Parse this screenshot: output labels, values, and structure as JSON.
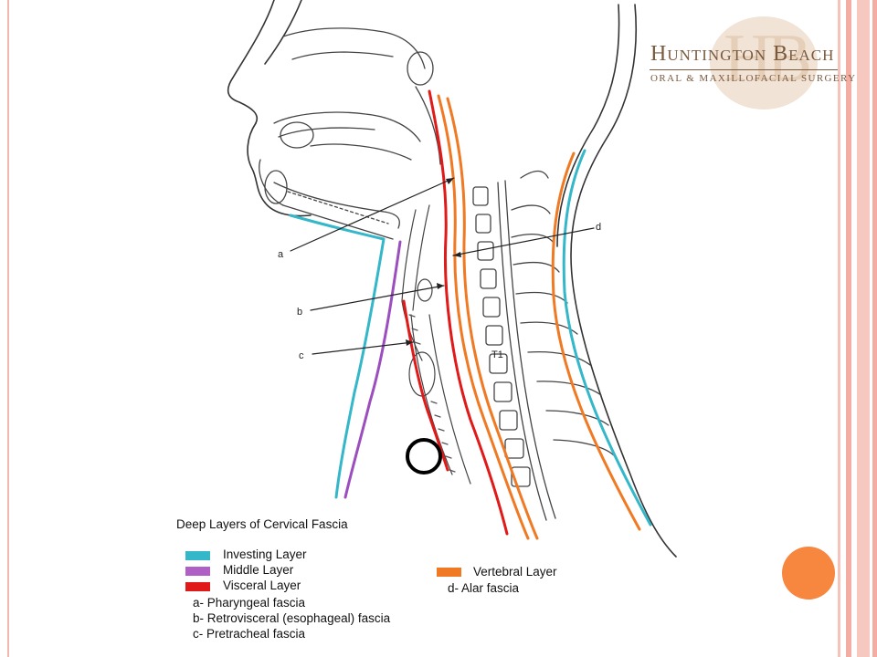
{
  "logo": {
    "monogram": "HB",
    "title": "Huntington Beach",
    "subtitle": "ORAL & MAXILLOFACIAL SURGERY"
  },
  "labels": {
    "a": "a",
    "b": "b",
    "c": "c",
    "d": "d",
    "t1": "T1"
  },
  "legend": {
    "title": "Deep Layers of Cervical Fascia",
    "items": [
      {
        "label": "Investing Layer",
        "color": "#33b7c9"
      },
      {
        "label": "Middle Layer",
        "color": "#b05fc4"
      },
      {
        "label": "Visceral Layer",
        "color": "#e01919"
      },
      {
        "label": "Vertebral Layer",
        "color": "#f07a24"
      }
    ],
    "subitems": {
      "a": "a- Pharyngeal fascia",
      "b": "b- Retrovisceral (esophageal) fascia",
      "c": "c- Pretracheal fascia",
      "d": "d- Alar fascia"
    }
  },
  "colors": {
    "investing": "#33b7c9",
    "middle": "#9b4fbf",
    "visceral": "#e01919",
    "vertebral": "#f07a24",
    "accent": "#f7863f"
  }
}
